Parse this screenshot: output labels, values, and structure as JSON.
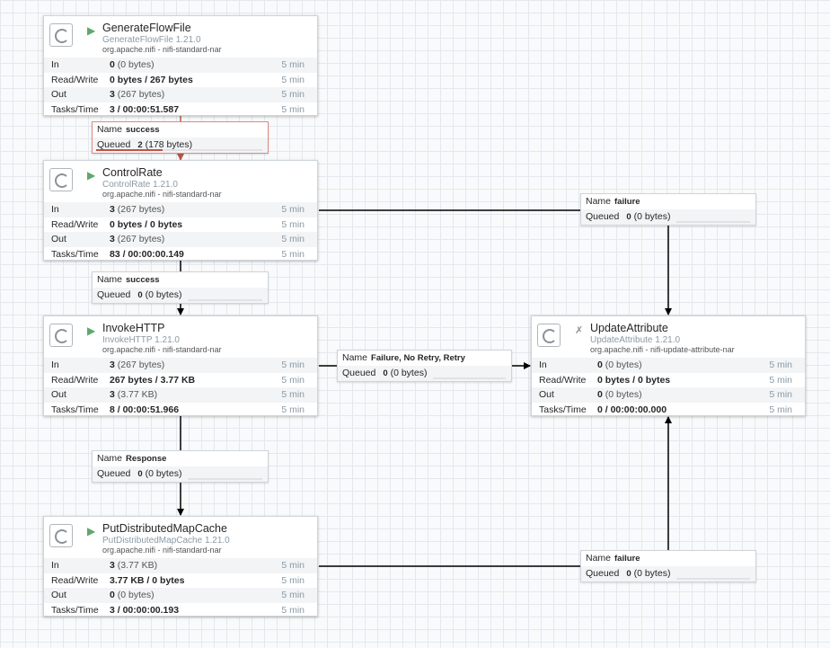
{
  "processors": [
    {
      "name": "GenerateFlowFile",
      "type": "GenerateFlowFile 1.21.0",
      "bundle": "org.apache.nifi - nifi-standard-nar",
      "state": "running",
      "rows": [
        {
          "label": "In",
          "value": "0",
          "extra": "(0 bytes)",
          "window": "5 min"
        },
        {
          "label": "Read/Write",
          "value": "0 bytes / 267 bytes",
          "extra": "",
          "window": "5 min"
        },
        {
          "label": "Out",
          "value": "3",
          "extra": "(267 bytes)",
          "window": "5 min"
        },
        {
          "label": "Tasks/Time",
          "value": "3 / 00:00:51.587",
          "extra": "",
          "window": "5 min"
        }
      ]
    },
    {
      "name": "ControlRate",
      "type": "ControlRate 1.21.0",
      "bundle": "org.apache.nifi - nifi-standard-nar",
      "state": "running",
      "rows": [
        {
          "label": "In",
          "value": "3",
          "extra": "(267 bytes)",
          "window": "5 min"
        },
        {
          "label": "Read/Write",
          "value": "0 bytes / 0 bytes",
          "extra": "",
          "window": "5 min"
        },
        {
          "label": "Out",
          "value": "3",
          "extra": "(267 bytes)",
          "window": "5 min"
        },
        {
          "label": "Tasks/Time",
          "value": "83 / 00:00:00.149",
          "extra": "",
          "window": "5 min"
        }
      ]
    },
    {
      "name": "InvokeHTTP",
      "type": "InvokeHTTP 1.21.0",
      "bundle": "org.apache.nifi - nifi-standard-nar",
      "state": "running",
      "rows": [
        {
          "label": "In",
          "value": "3",
          "extra": "(267 bytes)",
          "window": "5 min"
        },
        {
          "label": "Read/Write",
          "value": "267 bytes / 3.77 KB",
          "extra": "",
          "window": "5 min"
        },
        {
          "label": "Out",
          "value": "3",
          "extra": "(3.77 KB)",
          "window": "5 min"
        },
        {
          "label": "Tasks/Time",
          "value": "8 / 00:00:51.966",
          "extra": "",
          "window": "5 min"
        }
      ]
    },
    {
      "name": "PutDistributedMapCache",
      "type": "PutDistributedMapCache 1.21.0",
      "bundle": "org.apache.nifi - nifi-standard-nar",
      "state": "running",
      "rows": [
        {
          "label": "In",
          "value": "3",
          "extra": "(3.77 KB)",
          "window": "5 min"
        },
        {
          "label": "Read/Write",
          "value": "3.77 KB / 0 bytes",
          "extra": "",
          "window": "5 min"
        },
        {
          "label": "Out",
          "value": "0",
          "extra": "(0 bytes)",
          "window": "5 min"
        },
        {
          "label": "Tasks/Time",
          "value": "3 / 00:00:00.193",
          "extra": "",
          "window": "5 min"
        }
      ]
    },
    {
      "name": "UpdateAttribute",
      "type": "UpdateAttribute 1.21.0",
      "bundle": "org.apache.nifi - nifi-update-attribute-nar",
      "state": "invalid",
      "rows": [
        {
          "label": "In",
          "value": "0",
          "extra": "(0 bytes)",
          "window": "5 min"
        },
        {
          "label": "Read/Write",
          "value": "0 bytes / 0 bytes",
          "extra": "",
          "window": "5 min"
        },
        {
          "label": "Out",
          "value": "0",
          "extra": "(0 bytes)",
          "window": "5 min"
        },
        {
          "label": "Tasks/Time",
          "value": "0 / 00:00:00.000",
          "extra": "",
          "window": "5 min"
        }
      ]
    }
  ],
  "connections": [
    {
      "name_label": "Name",
      "name": "success",
      "queued_label": "Queued",
      "queued": "2",
      "queued_size": "(178 bytes)",
      "fill": 0.4
    },
    {
      "name_label": "Name",
      "name": "failure",
      "queued_label": "Queued",
      "queued": "0",
      "queued_size": "(0 bytes)",
      "fill": 0
    },
    {
      "name_label": "Name",
      "name": "success",
      "queued_label": "Queued",
      "queued": "0",
      "queued_size": "(0 bytes)",
      "fill": 0
    },
    {
      "name_label": "Name",
      "name": "Failure, No Retry, Retry",
      "queued_label": "Queued",
      "queued": "0",
      "queued_size": "(0 bytes)",
      "fill": 0
    },
    {
      "name_label": "Name",
      "name": "Response",
      "queued_label": "Queued",
      "queued": "0",
      "queued_size": "(0 bytes)",
      "fill": 0
    },
    {
      "name_label": "Name",
      "name": "failure",
      "queued_label": "Queued",
      "queued": "0",
      "queued_size": "(0 bytes)",
      "fill": 0
    }
  ],
  "colors": {
    "running": "#5da86b",
    "warning_edge": "#ba554a",
    "edge": "#000000",
    "queue_fill": "#ba554a"
  }
}
